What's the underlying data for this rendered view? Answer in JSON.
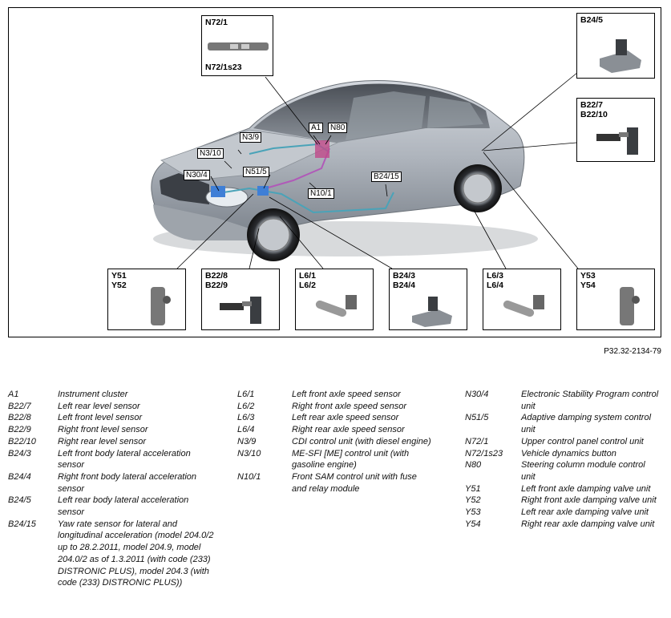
{
  "callouts": {
    "a1": "A1",
    "n80": "N80",
    "n3_9": "N3/9",
    "n3_10": "N3/10",
    "n30_4": "N30/4",
    "n51_5": "N51/5",
    "n10_1": "N10/1",
    "b24_15": "B24/15"
  },
  "boxes": {
    "n72": {
      "line1": "N72/1",
      "line2": "N72/1s23"
    },
    "b24_5": {
      "line1": "B24/5"
    },
    "b22_7": {
      "line1": "B22/7",
      "line2": "B22/10"
    },
    "y51": {
      "line1": "Y51",
      "line2": "Y52"
    },
    "b22_8": {
      "line1": "B22/8",
      "line2": "B22/9"
    },
    "l6_1": {
      "line1": "L6/1",
      "line2": "L6/2"
    },
    "b24_3": {
      "line1": "B24/3",
      "line2": "B24/4"
    },
    "l6_3": {
      "line1": "L6/3",
      "line2": "L6/4"
    },
    "y53": {
      "line1": "Y53",
      "line2": "Y54"
    }
  },
  "figure_ref": "P32.32-2134-79",
  "legend": {
    "col1": [
      {
        "code": "A1",
        "desc": "Instrument cluster"
      },
      {
        "code": "B22/7",
        "desc": "Left rear level sensor"
      },
      {
        "code": "B22/8",
        "desc": "Left front level sensor"
      },
      {
        "code": "B22/9",
        "desc": "Right front level sensor"
      },
      {
        "code": "B22/10",
        "desc": "Right rear level sensor"
      },
      {
        "code": "B24/3",
        "desc": "Left front body lateral acceleration sensor"
      },
      {
        "code": "B24/4",
        "desc": "Right front body lateral acceleration sensor"
      },
      {
        "code": "B24/5",
        "desc": "Left rear body lateral acceleration sensor"
      },
      {
        "code": "B24/15",
        "desc": "Yaw rate sensor for lateral and longitudinal acceleration (model 204.0/2 up to 28.2.2011, model 204.9, model 204.0/2 as of 1.3.2011 (with code (233) DISTRONIC PLUS), model 204.3 (with code (233) DISTRONIC PLUS))"
      }
    ],
    "col2": [
      {
        "code": "L6/1",
        "desc": "Left front axle speed sensor"
      },
      {
        "code": "L6/2",
        "desc": "Right front axle speed sensor"
      },
      {
        "code": "L6/3",
        "desc": "Left rear axle speed sensor"
      },
      {
        "code": "L6/4",
        "desc": "Right rear axle speed sensor"
      },
      {
        "code": "N3/9",
        "desc": "CDI control unit (with diesel engine)"
      },
      {
        "code": "N3/10",
        "desc": "ME-SFI [ME] control unit (with gasoline engine)"
      },
      {
        "code": "N10/1",
        "desc": "Front SAM control unit with fuse and relay module"
      }
    ],
    "col3": [
      {
        "code": "N30/4",
        "desc": "Electronic Stability Program control unit"
      },
      {
        "code": "N51/5",
        "desc": "Adaptive damping system control unit"
      },
      {
        "code": "N72/1",
        "desc": "Upper control panel control unit"
      },
      {
        "code": "N72/1s23",
        "desc": "Vehicle dynamics button"
      },
      {
        "code": "N80",
        "desc": "Steering column module control unit"
      },
      {
        "code": "Y51",
        "desc": "Left front axle damping valve unit"
      },
      {
        "code": "Y52",
        "desc": "Right front axle damping valve unit"
      },
      {
        "code": "Y53",
        "desc": "Left rear axle damping valve unit"
      },
      {
        "code": "Y54",
        "desc": "Right rear axle damping valve unit"
      }
    ]
  }
}
